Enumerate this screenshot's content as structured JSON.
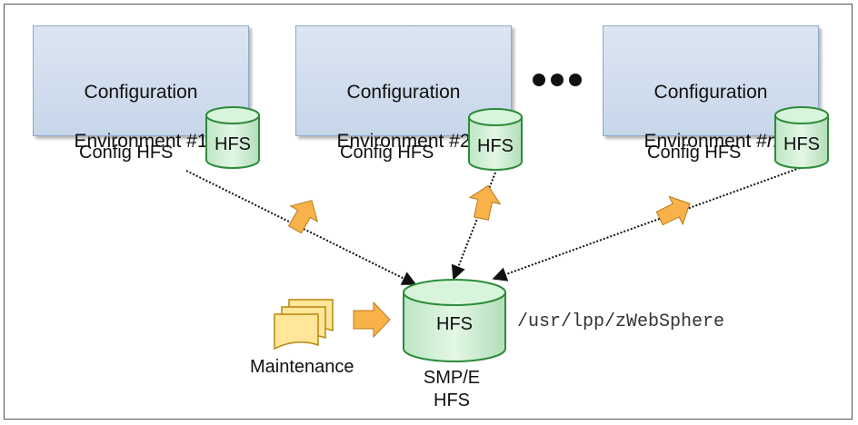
{
  "environments": [
    {
      "line1": "Configuration",
      "line2_prefix": "Environment #",
      "line2_suffix": "1",
      "suffix_italic": false
    },
    {
      "line1": "Configuration",
      "line2_prefix": "Environment #",
      "line2_suffix": "2",
      "suffix_italic": false
    },
    {
      "line1": "Configuration",
      "line2_prefix": "Environment #",
      "line2_suffix": "n",
      "suffix_italic": true
    }
  ],
  "config_label": "Config HFS",
  "cylinder_label": "HFS",
  "smpe": {
    "label": "HFS",
    "caption_line1": "SMP/E",
    "caption_line2": "HFS",
    "path": "/usr/lpp/zWebSphere"
  },
  "maintenance": {
    "label": "Maintenance"
  },
  "colors": {
    "box_fill": "#dbe5f1",
    "box_border": "#8da9cc",
    "cylinder": "#c6efce",
    "cylinder_border": "#2e8b3a",
    "arrow": "#f9b24a",
    "doc": "#ffe699"
  }
}
